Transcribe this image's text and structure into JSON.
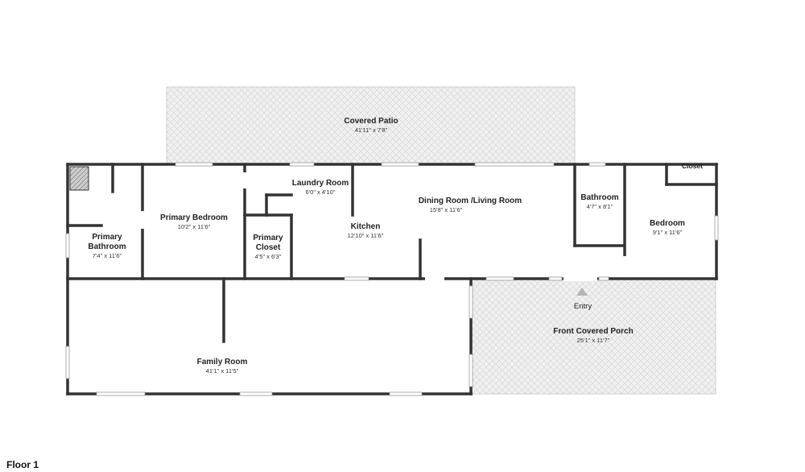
{
  "floor_label": "Floor 1",
  "entry_label": "Entry",
  "rooms": {
    "covered_patio": {
      "name": "Covered Patio",
      "dim": "41'11\" x 7'8\""
    },
    "laundry_room": {
      "name": "Laundry Room",
      "dim": "6'0\" x 4'10\""
    },
    "dining_living": {
      "name": "Dining Room /Living Room",
      "dim": "15'8\" x 11'6\""
    },
    "bathroom": {
      "name": "Bathroom",
      "dim": "4'7\" x 8'1\""
    },
    "closet": {
      "name": "Closet"
    },
    "primary_bedroom": {
      "name": "Primary Bedroom",
      "dim": "10'2\" x 11'6\""
    },
    "kitchen": {
      "name": "Kitchen",
      "dim": "12'10\" x 11'6\""
    },
    "bedroom": {
      "name": "Bedroom",
      "dim": "9'1\" x 11'6\""
    },
    "primary_bathroom": {
      "name": "Primary\nBathroom",
      "name_line1": "Primary",
      "name_line2": "Bathroom",
      "dim": "7'4\" x 11'6\""
    },
    "primary_closet": {
      "name": "Primary\nCloset",
      "name_line1": "Primary",
      "name_line2": "Closet",
      "dim": "4'5\" x 6'3\""
    },
    "front_covered_porch": {
      "name": "Front Covered Porch",
      "dim": "25'1\" x 11'7\""
    },
    "family_room": {
      "name": "Family Room",
      "dim": "41'1\" x 11'5\""
    }
  }
}
